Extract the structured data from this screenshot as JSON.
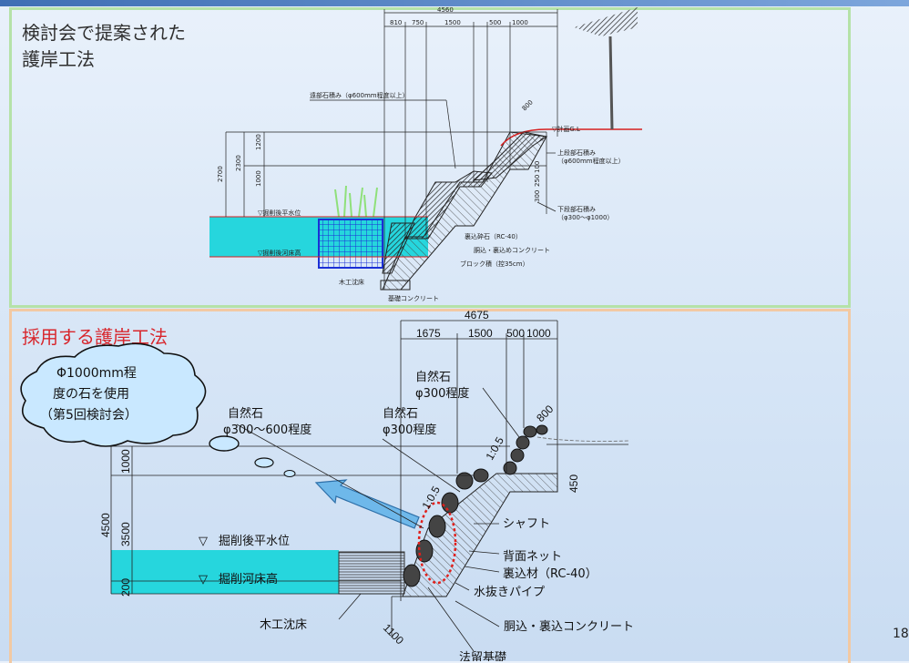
{
  "top": {
    "title_line1": "検討会で提案された",
    "title_line2": "護岸工法",
    "dims": [
      "4560",
      "810",
      "750",
      "1500",
      "500",
      "1000"
    ],
    "vdims": [
      "2700",
      "2300",
      "1200",
      "1000"
    ],
    "labels": {
      "upper_stone_top": "遠部石積み（φ600mm程度以上）",
      "ground": "▽計画G.L",
      "upper_stone": "上段部石積み",
      "upper_stone_size": "（φ600mm程度以上）",
      "lower_stone": "下段部石積み",
      "lower_stone_size": "（φ300～φ1000）",
      "water_level": "▽掘削後平水位",
      "bed_level": "▽掘削後河床高",
      "backfill": "裏込砕石（RC-40）",
      "concrete": "胴込・裏込めコンクリート",
      "block": "ブロック積（控35cm）",
      "timber": "木工沈床",
      "foundation": "基礎コンクリート",
      "slope_800": "800",
      "small_dims": [
        "100",
        "250",
        "300"
      ]
    }
  },
  "bottom": {
    "title": "採用する護岸工法",
    "callout": [
      "Φ1000mm程",
      "度の石を使用",
      "（第5回検討会）"
    ],
    "dims": [
      "4675",
      "1675",
      "1500",
      "500",
      "1000"
    ],
    "vdims": [
      "1000",
      "4500",
      "3500",
      "200"
    ],
    "labels": {
      "stone1_name": "自然石",
      "stone1_size": "φ300～600程度",
      "stone2_name": "自然石",
      "stone2_size": "φ300程度",
      "stone3_name": "自然石",
      "stone3_size": "φ300程度",
      "dim_800": "800",
      "dim_450": "450",
      "slope_15": "1:0.5",
      "slope_05": "1:0.5",
      "water_level": "掘削後平水位",
      "bed_level": "掘削河床高",
      "shaft": "シャフト",
      "back_net": "背面ネット",
      "backfill": "裏込材（RC-40）",
      "drain": "水抜きパイプ",
      "concrete": "胴込・裏込コンクリート",
      "timber": "木工沈床",
      "toe": "法留基礎",
      "dim_1100": "1100"
    }
  },
  "page_number": "18"
}
